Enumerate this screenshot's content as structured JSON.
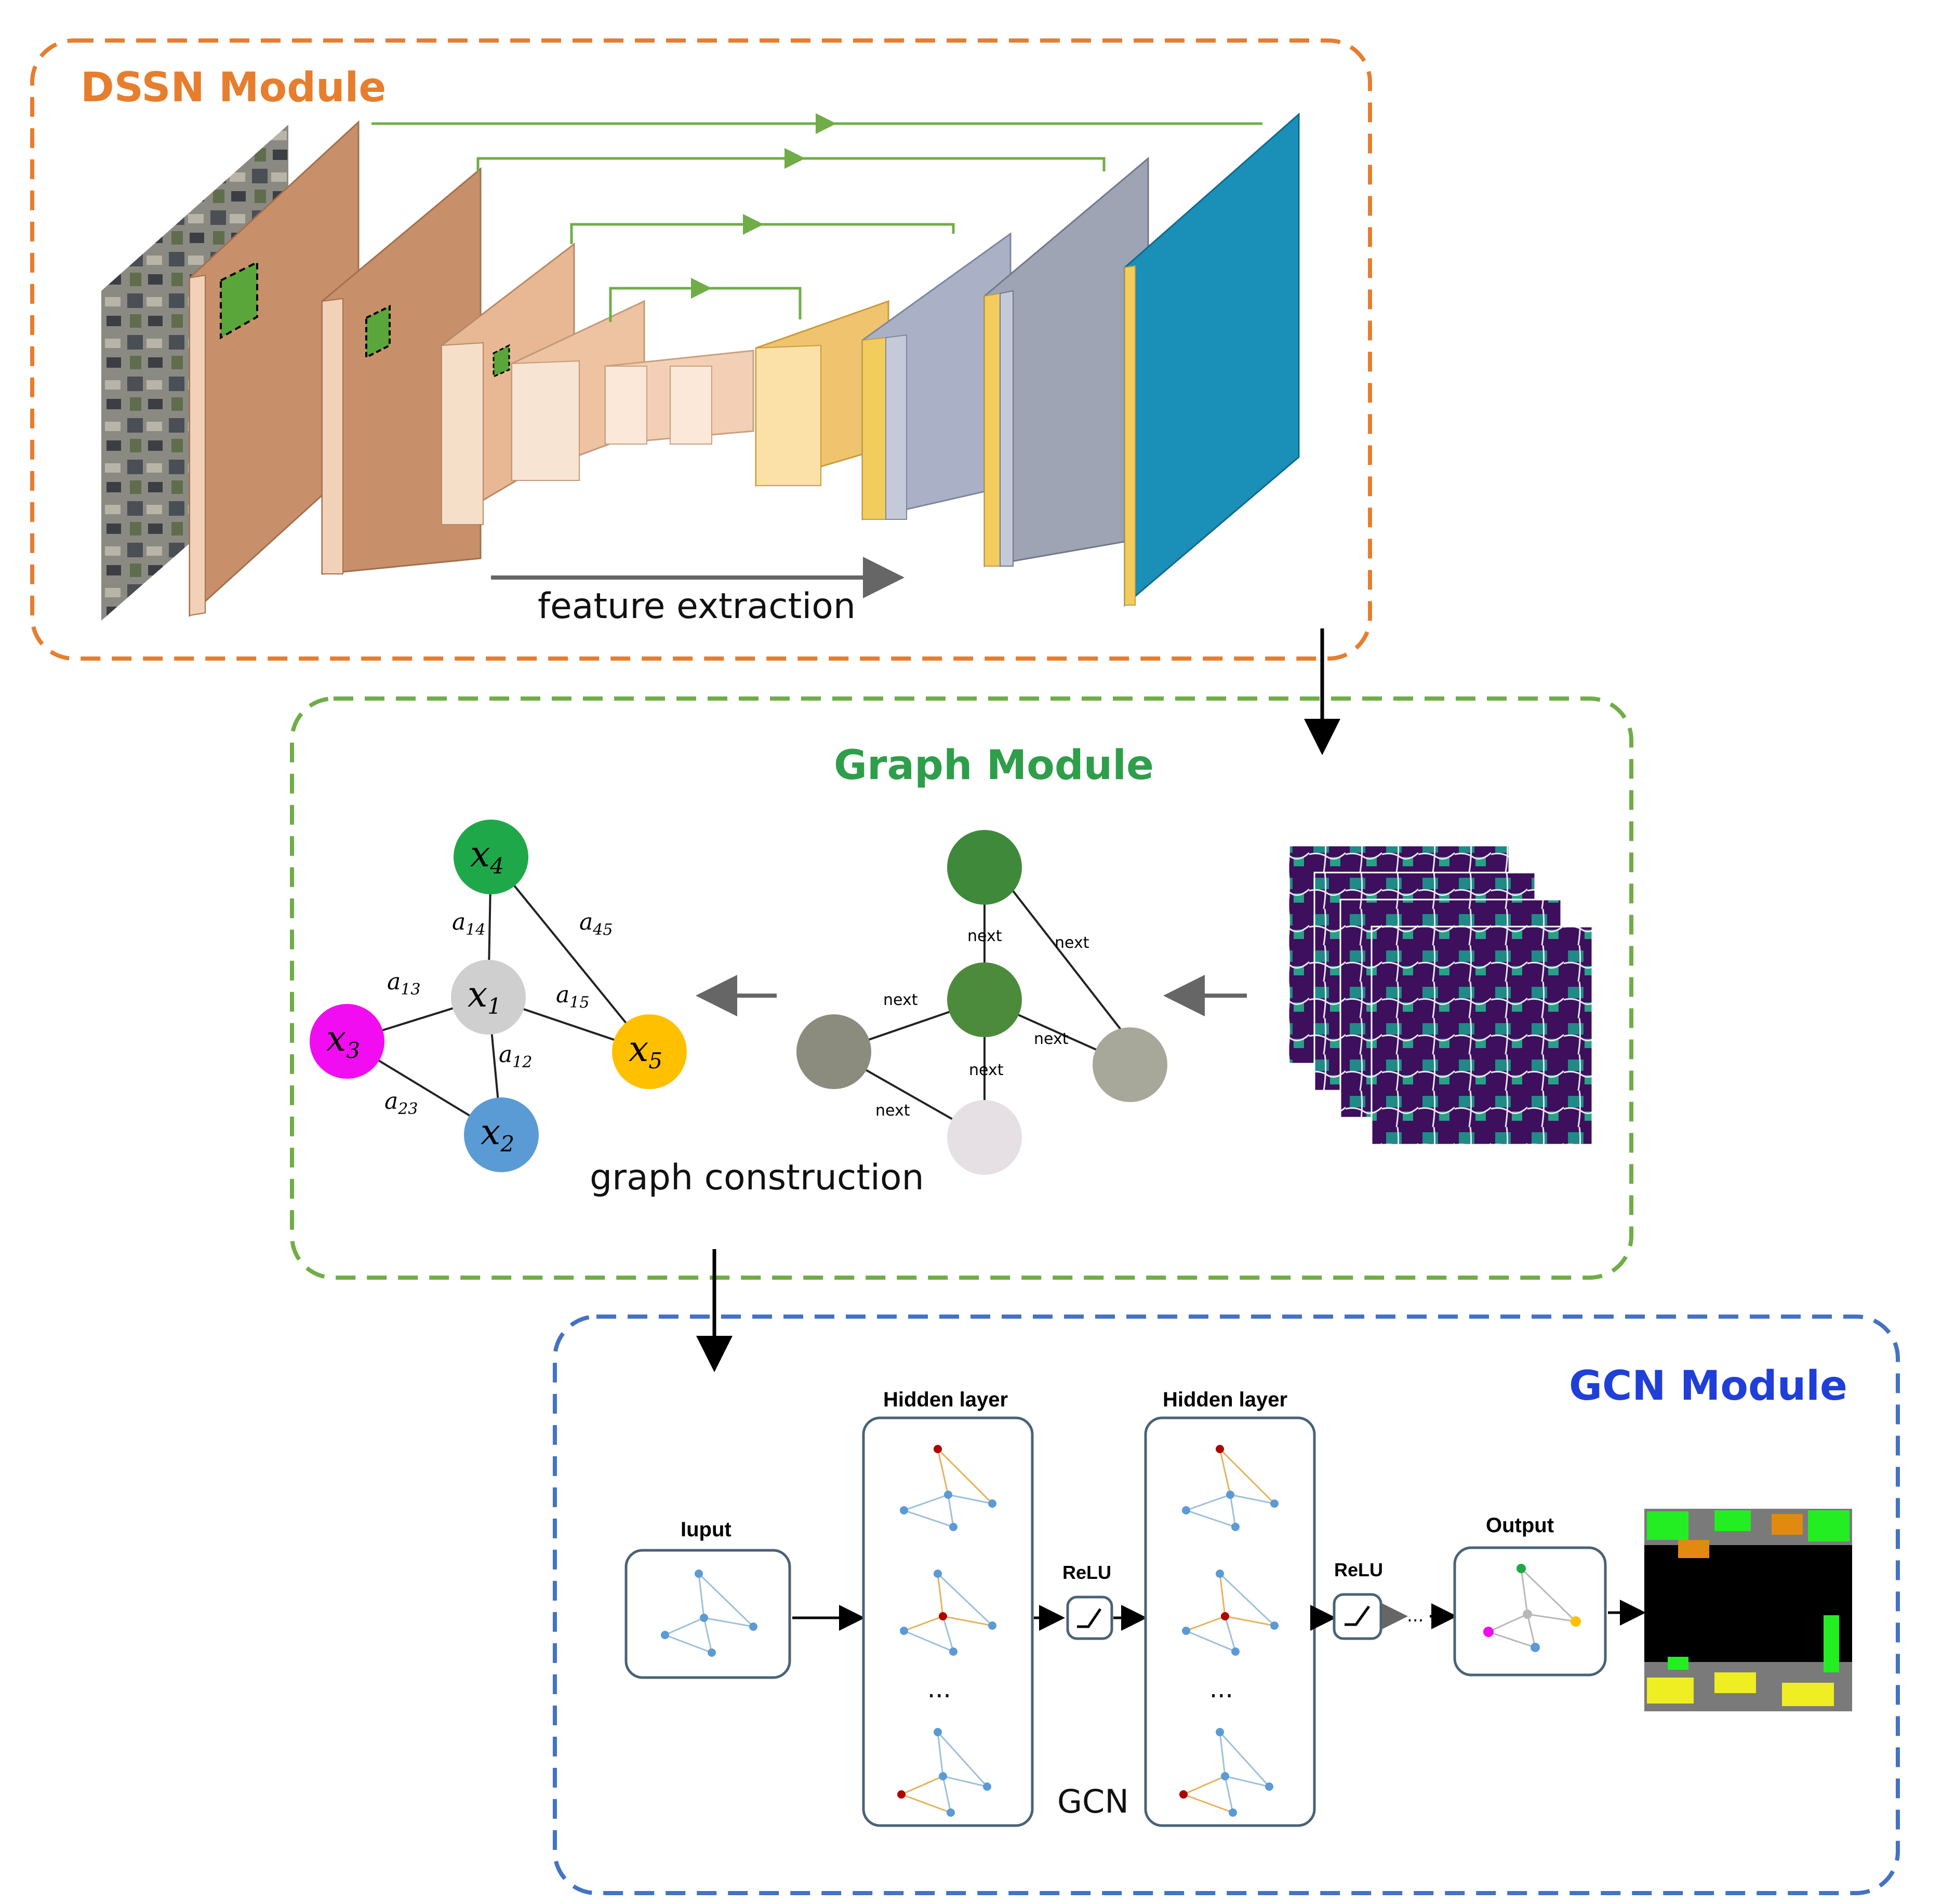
{
  "dssn": {
    "title": "DSSN Module",
    "feature_label": "feature extraction",
    "colors": {
      "border": "#e67e2e",
      "title": "#e67e2e",
      "skip": "#70ad47",
      "output": "#1a8fb8"
    }
  },
  "graph": {
    "title": "Graph Module",
    "construction_label": "graph construction",
    "colors": {
      "border": "#70ad47",
      "title": "#2e9e4a"
    },
    "nodes": [
      {
        "var": "x",
        "sub": "1",
        "color": "#cfcfcf"
      },
      {
        "var": "x",
        "sub": "2",
        "color": "#5b9bd5"
      },
      {
        "var": "x",
        "sub": "3",
        "color": "#f20cf2"
      },
      {
        "var": "x",
        "sub": "4",
        "color": "#1fa84a"
      },
      {
        "var": "x",
        "sub": "5",
        "color": "#ffc000"
      }
    ],
    "edges": [
      {
        "var": "a",
        "sub": "14"
      },
      {
        "var": "a",
        "sub": "45"
      },
      {
        "var": "a",
        "sub": "13"
      },
      {
        "var": "a",
        "sub": "15"
      },
      {
        "var": "a",
        "sub": "12"
      },
      {
        "var": "a",
        "sub": "23"
      }
    ],
    "next_label": "next"
  },
  "gcn": {
    "title": "GCN Module",
    "colors": {
      "border": "#4472c4",
      "title": "#1f3fd8"
    },
    "input_label": "Iuput",
    "hidden_label_1": "Hidden layer",
    "hidden_label_2": "Hidden layer",
    "relu_label_1": "ReLU",
    "relu_label_2": "ReLU",
    "output_label": "Output",
    "gcn_label": "GCN",
    "ellipsis": "..."
  }
}
